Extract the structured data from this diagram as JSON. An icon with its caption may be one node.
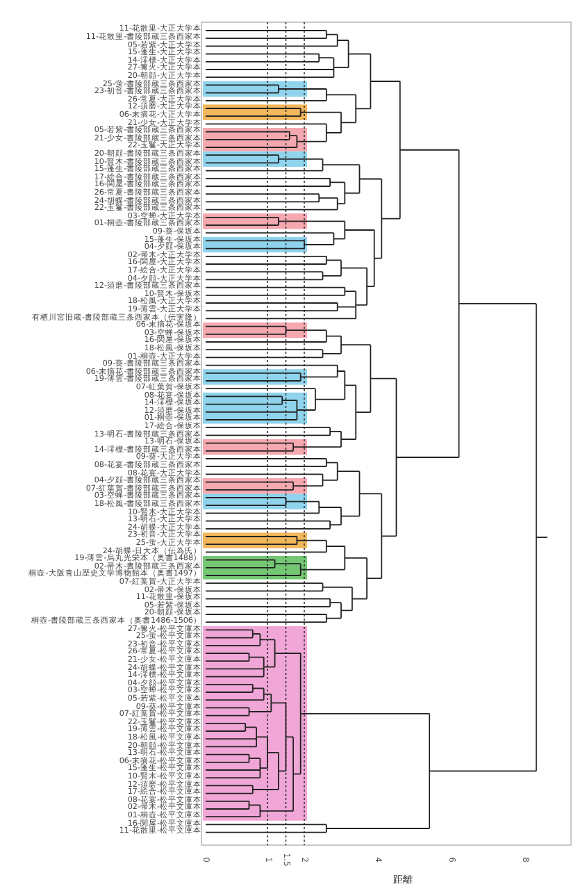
{
  "diagram": {
    "labels": [
      "11-花散里-大正大学本",
      "11-花散里-書陵部蔵三条西家本",
      "05-若紫-大正大学本",
      "15-蓬生-大正大学本",
      "14-澪標-大正大学本",
      "27-篝火-大正大学本",
      "20-朝顔-大正大学本",
      "25-蛍-書陵部蔵三条西家本",
      "23-初音-書陵部蔵三条西家本",
      "26-常夏-大正大学本",
      "12-須磨-大正大学本",
      "06-末摘花-大正大学本",
      "21-少女-大正大学本",
      "05-若紫-書陵部蔵三条西家本",
      "21-少女-書陵部蔵三条西家本",
      "22-玉鬘-大正大学本",
      "20-朝顔-書陵部蔵三条西家本",
      "10-賢木-書陵部蔵三条西家本",
      "15-蓬生-書陵部蔵三条西家本",
      "17-絵合-書陵部蔵三条西家本",
      "16-関屋-書陵部蔵三条西家本",
      "26-常夏-書陵部蔵三条西家本",
      "24-胡蝶-書陵部蔵三条西家本",
      "22-玉鬘-書陵部蔵三条西家本",
      "03-空蝉-大正大学本",
      "01-桐壺-書陵部蔵三条西家本",
      "09-葵-保坂本",
      "15-蓬生-保坂本",
      "04-夕顔-保坂本",
      "02-帚木-大正大学本",
      "16-関屋-大正大学本",
      "17-絵合-大正大学本",
      "04-夕顔-大正大学本",
      "12-須磨-書陵部蔵三条西家本",
      "10-賢木-保坂本",
      "18-松風-大正大学本",
      "19-薄雲-大正大学本",
      "有栖川宮旧蔵-書陵部蔵三条西家本（伝実隆）",
      "06-末摘花-保坂本",
      "03-空蝉-保坂本",
      "16-関屋-保坂本",
      "18-松風-保坂本",
      "01-桐壺-大正大学本",
      "09-葵-書陵部蔵三条西家本",
      "06-末摘花-書陵部蔵三条西家本",
      "19-薄雲-書陵部蔵三条西家本",
      "07-紅葉賀-保坂本",
      "08-花宴-保坂本",
      "14-澪標-保坂本",
      "12-須磨-保坂本",
      "01-桐壺-保坂本",
      "17-絵合-保坂本",
      "13-明石-書陵部蔵三条西家本",
      "13-明石-保坂本",
      "14-澪標-書陵部蔵三条西家本",
      "09-葵-大正大学本",
      "08-花宴-書陵部蔵三条西家本",
      "08-花宴-大正大学本",
      "04-夕顔-書陵部蔵三条西家本",
      "07-紅葉賀-書陵部蔵三条西家本",
      "03-空蝉-書陵部蔵三条西家本",
      "18-松風-書陵部蔵三条西家本",
      "10-賢木-大正大学本",
      "13-明石-大正大学本",
      "24-胡蝶-大正大学本",
      "23-初音-大正大学本",
      "25-蛍-大正大学本",
      "24-胡蝶-日大本（伝為氏）",
      "19-薄雲-烏丸光栄本（奥書1488）",
      "02-帚木-書陵部蔵三条西家本",
      "桐壺-大阪青山歴史文学博物館本（奥書1497）",
      "07-紅葉賀-大正大学本",
      "02-帚木-保坂本",
      "11-花散里-保坂本",
      "05-若紫-保坂本",
      "20-朝顔-保坂本",
      "桐壺-書陵部蔵三条西家本（奥書1486-1506）",
      "27-篝火-松平文庫本",
      "25-蛍-松平文庫本",
      "23-初音-松平文庫本",
      "26-常夏-松平文庫本",
      "21-少女-松平文庫本",
      "24-胡蝶-松平文庫本",
      "14-澪標-松平文庫本",
      "04-夕顔-松平文庫本",
      "03-空蝉-松平文庫本",
      "05-若紫-松平文庫本",
      "09-葵-松平文庫本",
      "07-紅葉賀-松平文庫本",
      "22-玉鬘-松平文庫本",
      "19-薄雲-松平文庫本",
      "18-松風-松平文庫本",
      "20-朝顔-松平文庫本",
      "13-明石-松平文庫本",
      "06-末摘花-松平文庫本",
      "15-蓬生-松平文庫本",
      "10-賢木-松平文庫本",
      "12-須磨-松平文庫本",
      "17-絵合-松平文庫本",
      "08-花宴-松平文庫本",
      "02-帚木-松平文庫本",
      "01-桐壺-松平文庫本",
      "16-関屋-松平文庫本",
      "11-花散里-松平文庫本",
      "0",
      "1",
      "1.5",
      "2",
      "4",
      "6",
      "8",
      "距離"
    ]
  }
}
